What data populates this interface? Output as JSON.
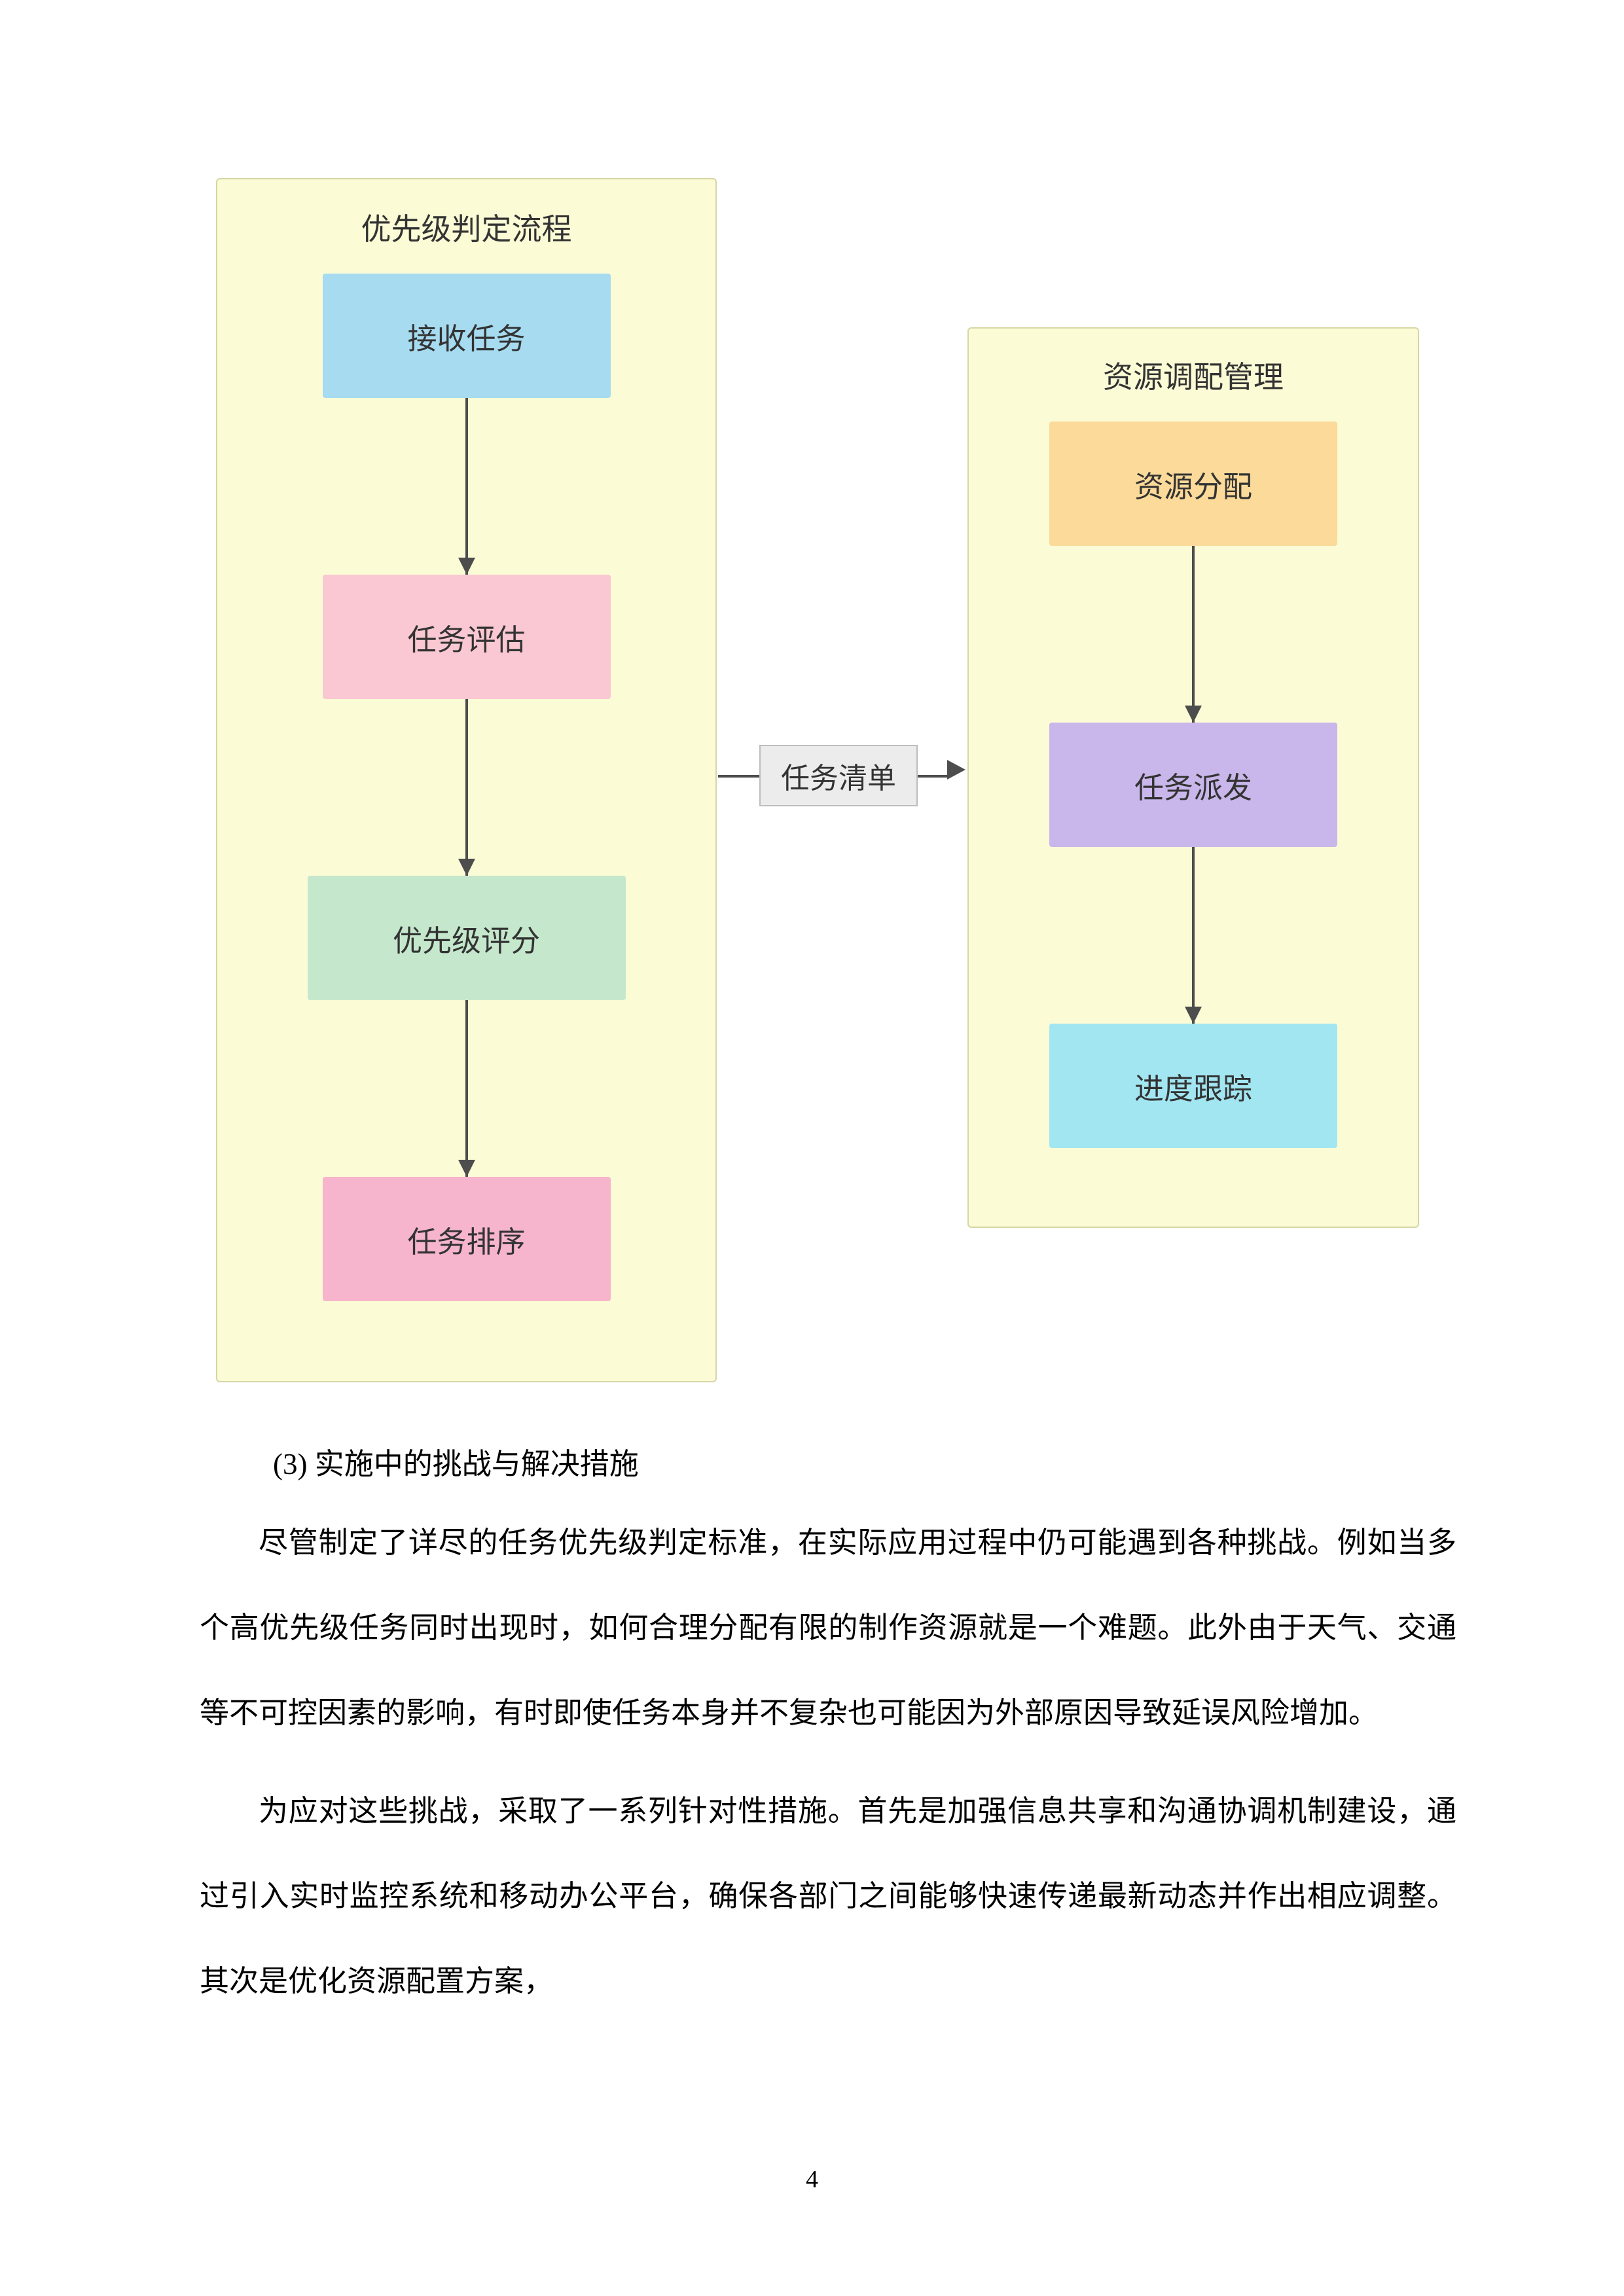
{
  "diagram": {
    "left_panel": {
      "title": "优先级判定流程",
      "nodes": [
        {
          "label": "接收任务",
          "color": "#a6dbf0"
        },
        {
          "label": "任务评估",
          "color": "#f9c8d2"
        },
        {
          "label": "优先级评分",
          "color": "#c5e8cd"
        },
        {
          "label": "任务排序",
          "color": "#f6b5cd"
        }
      ]
    },
    "right_panel": {
      "title": "资源调配管理",
      "nodes": [
        {
          "label": "资源分配",
          "color": "#fbda9a"
        },
        {
          "label": "任务派发",
          "color": "#c9b6ea"
        },
        {
          "label": "进度跟踪",
          "color": "#a2e6f2"
        }
      ]
    },
    "connector_label": "任务清单",
    "arrow_color": "#4d4d4d",
    "panel_background": "#fbfbd6"
  },
  "content": {
    "heading": "(3) 实施中的挑战与解决措施",
    "paragraphs": [
      "尽管制定了详尽的任务优先级判定标准，在实际应用过程中仍可能遇到各种挑战。例如当多个高优先级任务同时出现时，如何合理分配有限的制作资源就是一个难题。此外由于天气、交通等不可控因素的影响，有时即使任务本身并不复杂也可能因为外部原因导致延误风险增加。",
      "为应对这些挑战，采取了一系列针对性措施。首先是加强信息共享和沟通协调机制建设，通过引入实时监控系统和移动办公平台，确保各部门之间能够快速传递最新动态并作出相应调整。其次是优化资源配置方案，"
    ],
    "page_number": "4"
  }
}
